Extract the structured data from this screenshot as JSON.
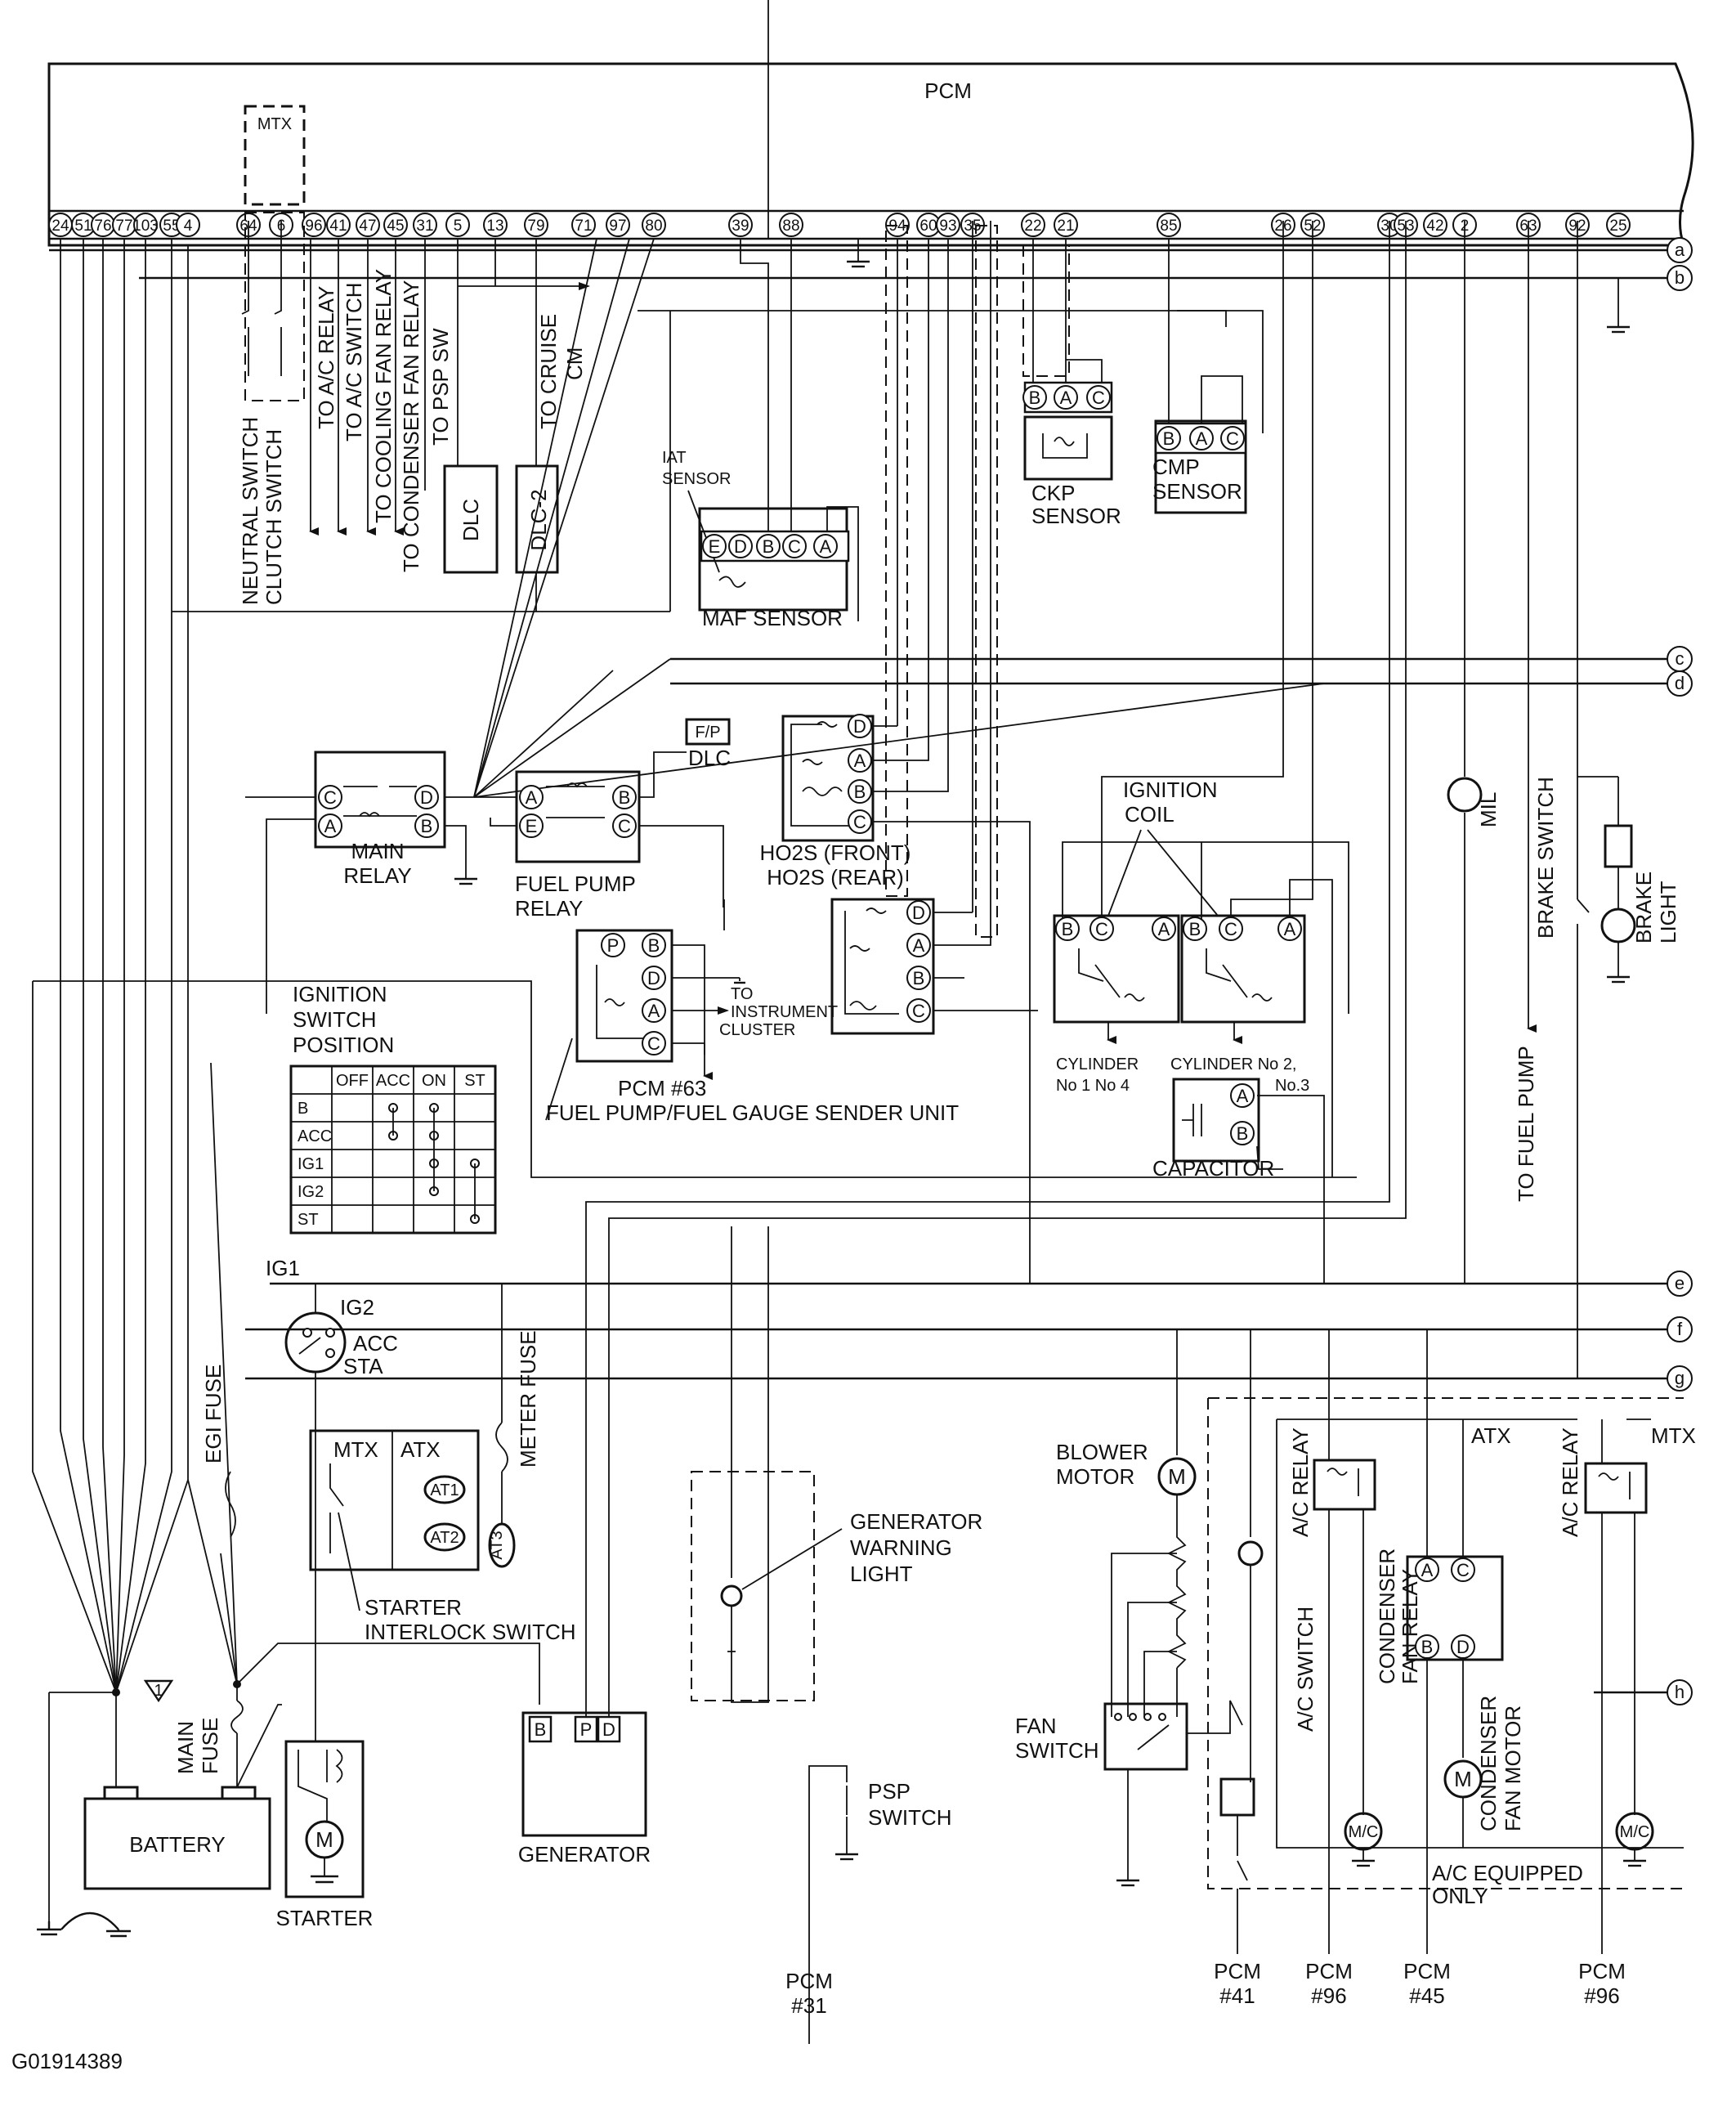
{
  "pcm": {
    "title": "PCM",
    "mtx": "MTX",
    "pins": [
      "24",
      "51",
      "76",
      "77",
      "103",
      "55",
      "4",
      "64",
      "6",
      "96",
      "41",
      "47",
      "45",
      "31",
      "5",
      "13",
      "79",
      "71",
      "97",
      "80",
      "39",
      "88",
      "94",
      "60",
      "93",
      "35",
      "22",
      "21",
      "85",
      "26",
      "52",
      "30",
      "53",
      "42",
      "2",
      "63",
      "92",
      "25"
    ]
  },
  "buses": [
    "a",
    "b",
    "c",
    "d",
    "e",
    "f",
    "g",
    "h"
  ],
  "labels": {
    "neutral_switch": "NEUTRAL SWITCH",
    "clutch_switch": "CLUTCH SWITCH",
    "to_ac_relay": "TO A/C RELAY",
    "to_ac_switch": "TO A/C SWITCH",
    "to_cooling_fan_relay": "TO COOLING FAN RELAY",
    "to_condenser_fan_relay": "TO CONDENSER FAN RELAY",
    "to_psp_sw": "TO PSP SW",
    "to_cruise_cm": "TO CRUISE",
    "cm": "CM",
    "dlc": "DLC",
    "dlc2": "DLC-2",
    "iat_sensor_1": "IAT",
    "iat_sensor_2": "SENSOR",
    "maf_sensor": "MAF SENSOR",
    "ckp_sensor_1": "CKP",
    "ckp_sensor_2": "SENSOR",
    "cmp_sensor_1": "CMP",
    "cmp_sensor_2": "SENSOR",
    "fp_box": "F/P",
    "fp_dlc": "DLC",
    "main_relay_1": "MAIN",
    "main_relay_2": "RELAY",
    "fuel_pump_relay_1": "FUEL PUMP",
    "fuel_pump_relay_2": "RELAY",
    "ho2s_front": "HO2S (FRONT)",
    "ho2s_rear": "HO2S (REAR)",
    "ignition_coil_1": "IGNITION",
    "ignition_coil_2": "COIL",
    "cyl_14_1": "CYLINDER",
    "cyl_14_2": "No 1  No 4",
    "cyl_23_1": "CYLINDER No 2,",
    "cyl_23_2": "No.3",
    "capacitor": "CAPACITOR",
    "mil": "MIL",
    "brake_switch": "BRAKE SWITCH",
    "brake_light_1": "BRAKE",
    "brake_light_2": "LIGHT",
    "to_fuel_pump": "TO FUEL PUMP",
    "to_instrument_1": "TO",
    "to_instrument_2": "INSTRUMENT",
    "to_instrument_3": "CLUSTER",
    "pcm_63_1": "PCM #63",
    "fuel_sender": "FUEL PUMP/FUEL GAUGE SENDER UNIT",
    "ign_pos_1": "IGNITION",
    "ign_pos_2": "SWITCH",
    "ign_pos_3": "POSITION",
    "ig1": "IG1",
    "ig2": "IG2",
    "acc": "ACC",
    "sta": "STA",
    "egi_fuse": "EGI FUSE",
    "main_fuse_1": "MAIN",
    "main_fuse_2": "FUSE",
    "battery": "BATTERY",
    "starter": "STARTER",
    "mtx": "MTX",
    "atx": "ATX",
    "at1": "AT1",
    "at2": "AT2",
    "at3": "AT3",
    "starter_interlock_1": "STARTER",
    "starter_interlock_2": "INTERLOCK SWITCH",
    "meter_fuse": "METER FUSE",
    "generator": "GENERATOR",
    "gen_warning_1": "GENERATOR",
    "gen_warning_2": "WARNING",
    "gen_warning_3": "LIGHT",
    "psp_switch_1": "PSP",
    "psp_switch_2": "SWITCH",
    "blower_motor_1": "BLOWER",
    "blower_motor_2": "MOTOR",
    "fan_switch_1": "FAN",
    "fan_switch_2": "SWITCH",
    "ac_switch": "A/C SWITCH",
    "ac_relay": "A/C RELAY",
    "ac_relay_2": "A/C RELAY",
    "condenser_fan_relay_1": "CONDENSER",
    "condenser_fan_relay_2": "FAN RELAY",
    "condenser_fan_motor_1": "CONDENSER",
    "condenser_fan_motor_2": "FAN MOTOR",
    "atx_r": "ATX",
    "mtx_r": "MTX",
    "mc": "M/C",
    "ac_equipped_1": "A/C EQUIPPED",
    "ac_equipped_2": "ONLY",
    "pcm_31_1": "PCM",
    "pcm_31_2": "#31",
    "pcm_41_1": "PCM",
    "pcm_41_2": "#41",
    "pcm_96a_1": "PCM",
    "pcm_96a_2": "#96",
    "pcm_45_1": "PCM",
    "pcm_45_2": "#45",
    "pcm_96b_1": "PCM",
    "pcm_96b_2": "#96",
    "figure_id": "G01914389"
  },
  "ignition_table": {
    "headers": [
      "",
      "OFF",
      "ACC",
      "ON",
      "ST"
    ],
    "rows": [
      "B",
      "ACC",
      "IG1",
      "IG2",
      "ST"
    ]
  }
}
